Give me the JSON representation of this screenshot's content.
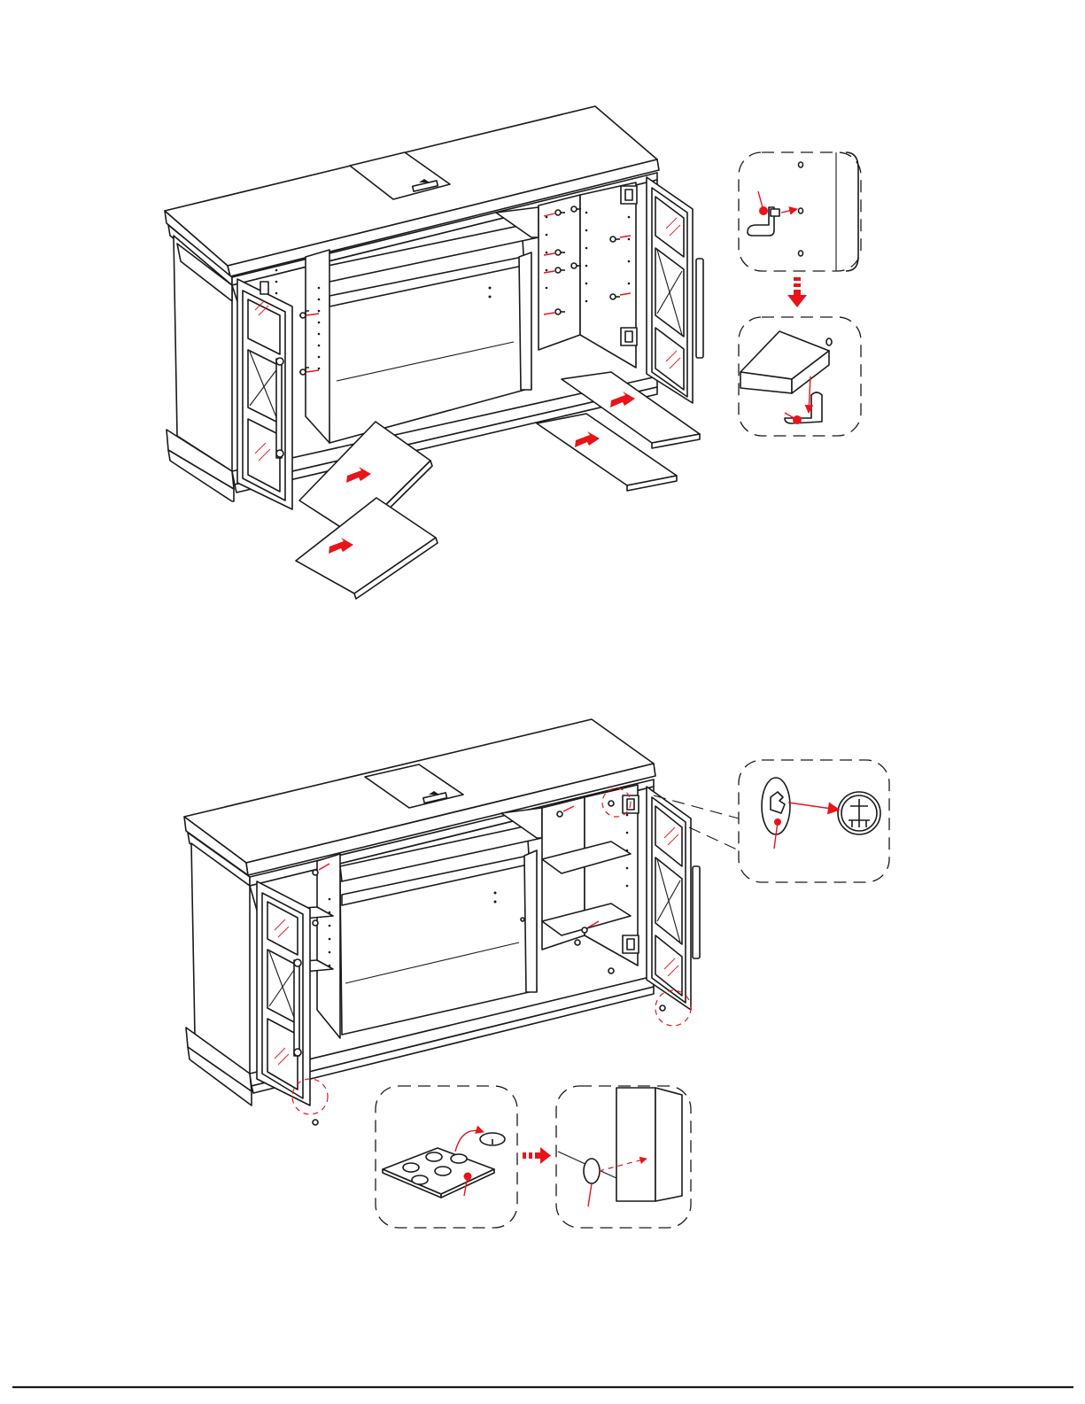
{
  "document": {
    "type": "assembly-instruction-page",
    "steps": [
      {
        "scene": "install-shelves",
        "details": [
          "shelf-pin-insert-detail",
          "shelf-rest-on-pin-detail"
        ]
      },
      {
        "scene": "install-door-bumpers-and-magnets",
        "details": [
          "magnet-catch-detail",
          "bumper-pad-peel-detail",
          "bumper-pad-apply-detail"
        ]
      }
    ]
  },
  "colors": {
    "line": "#1a1a1a",
    "accent": "#e8141a",
    "paper": "#ffffff"
  },
  "icons": [
    "shelf-pin-icon",
    "push-arrow-icon",
    "bumper-pad-sheet-icon",
    "magnet-catch-icon",
    "hinge-icon"
  ]
}
